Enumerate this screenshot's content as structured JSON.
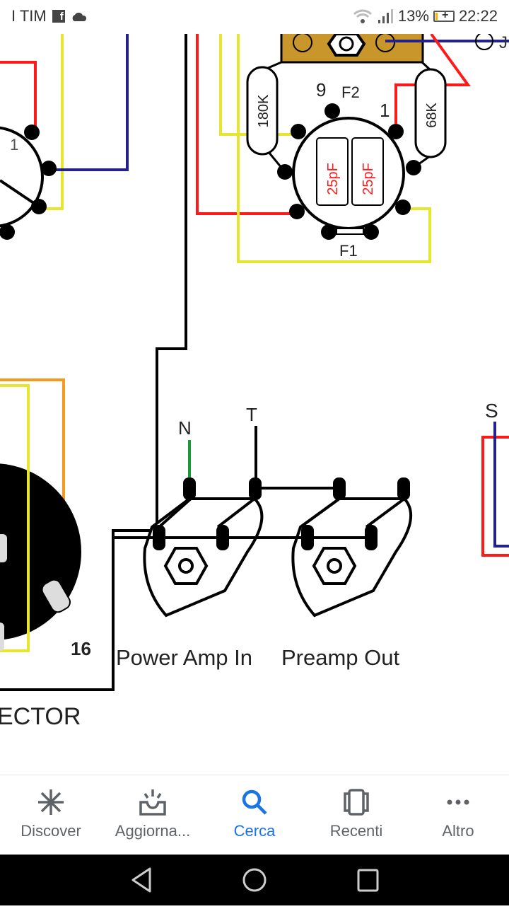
{
  "status_bar": {
    "carrier": "I TIM",
    "facebook_badge": "f",
    "battery_percent": "13%",
    "time": "22:22",
    "battery_level": 0.13,
    "battery_color": "#f5b400"
  },
  "diagram": {
    "left_socket_pin": "1",
    "pin_9": "9",
    "f2": "F2",
    "pin_1": "1",
    "f1": "F1",
    "resistor_left": "180K",
    "resistor_right": "68K",
    "cap_left": "25pF",
    "cap_right": "25pF",
    "jack_label": "J",
    "n_label": "N",
    "t_label": "T",
    "s_label": "S",
    "pin_16": "16",
    "connector_label": "ECTOR",
    "power_amp_in": "Power Amp In",
    "preamp_out": "Preamp Out",
    "colors": {
      "red": "#ff1a1a",
      "yellow": "#e6e62e",
      "blue": "#22228a",
      "orange": "#f59a1e",
      "green": "#1a9a3a",
      "gold": "#c8962a"
    }
  },
  "bottom_nav": {
    "items": [
      {
        "label": "Discover",
        "icon": "asterisk-icon"
      },
      {
        "label": "Aggiorna...",
        "icon": "updates-tray-icon"
      },
      {
        "label": "Cerca",
        "icon": "search-icon",
        "active": true
      },
      {
        "label": "Recenti",
        "icon": "recent-cards-icon"
      },
      {
        "label": "Altro",
        "icon": "more-dots-icon"
      }
    ],
    "active_color": "#1a73e8"
  }
}
